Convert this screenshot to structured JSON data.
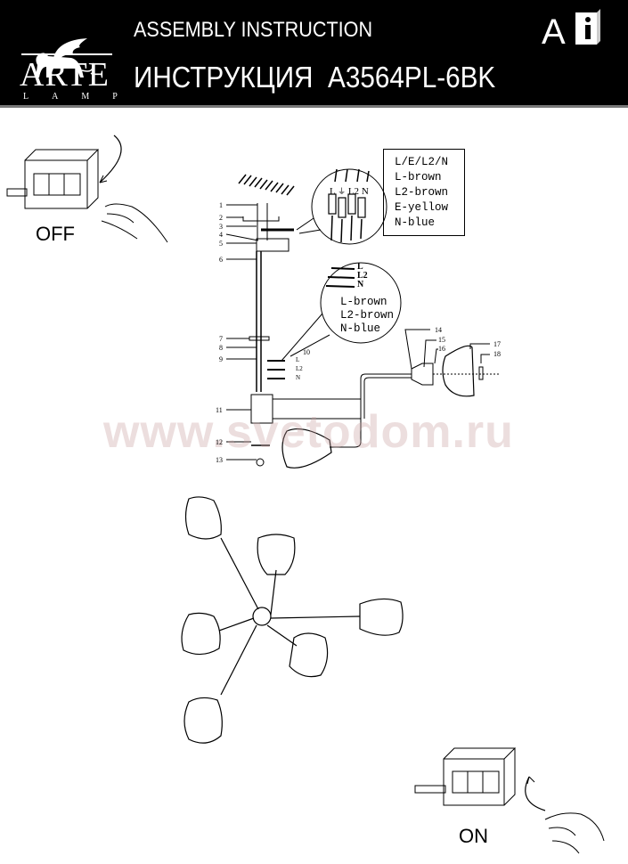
{
  "header": {
    "brand": "ARTE",
    "brand_sub": "LAMP",
    "title_en": "ASSEMBLY INSTRUCTION",
    "title_ru": "ИНСТРУКЦИЯ",
    "model": "A3564PL-6BK",
    "lang_letter": "A",
    "info_icon": "manual-info-icon"
  },
  "legend": {
    "lines": [
      "L/E/L2/N",
      "L-brown",
      "L2-brown",
      "E-yellow",
      "N-blue"
    ]
  },
  "terminal_labels": [
    "L",
    "E",
    "L2",
    "N"
  ],
  "bubble": {
    "wires": [
      "L",
      "L2",
      "N"
    ],
    "lines": [
      "L-brown",
      "L2-brown",
      "N-blue"
    ]
  },
  "side_wires": [
    "L",
    "L2",
    "N"
  ],
  "part_numbers": [
    "1",
    "2",
    "3",
    "4",
    "5",
    "6",
    "7",
    "8",
    "9",
    "10",
    "11",
    "12",
    "13",
    "14",
    "15",
    "16",
    "17",
    "18"
  ],
  "switch_off_label": "OFF",
  "switch_on_label": "ON",
  "watermark": "www.svetodom.ru"
}
